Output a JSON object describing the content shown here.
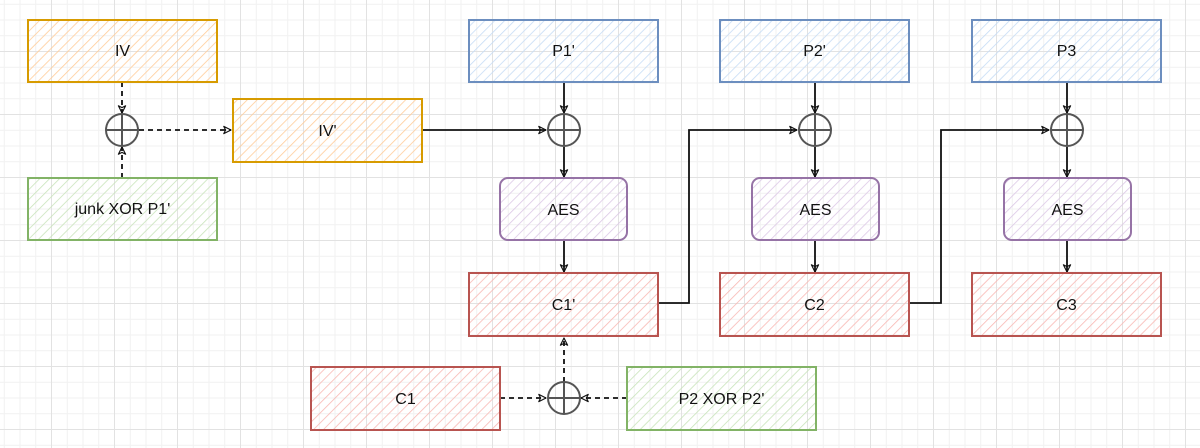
{
  "diagram": {
    "type": "flowchart",
    "description": "CBC-mode chaining with IV and ciphertext manipulation",
    "colors": {
      "iv": {
        "stroke": "#d79b00",
        "fill": "#ffcc99"
      },
      "plaintext": {
        "stroke": "#6c8ebf",
        "fill": "#c6dcf5"
      },
      "cipher": {
        "stroke": "#b85450",
        "fill": "#f8b8b4"
      },
      "aes": {
        "stroke": "#9673a6",
        "fill": "#dcc8e6"
      },
      "derived": {
        "stroke": "#82b366",
        "fill": "#c9e4bb"
      },
      "xor": {
        "stroke": "#555555"
      },
      "edge": "#111111"
    },
    "nodes": [
      {
        "id": "iv",
        "label": "IV",
        "kind": "iv"
      },
      {
        "id": "iv_prime",
        "label": "IV'",
        "kind": "iv"
      },
      {
        "id": "junk_xor_p1",
        "label": "junk XOR P1'",
        "kind": "derived"
      },
      {
        "id": "p1_prime",
        "label": "P1'",
        "kind": "plaintext"
      },
      {
        "id": "p2_prime",
        "label": "P2'",
        "kind": "plaintext"
      },
      {
        "id": "p3",
        "label": "P3",
        "kind": "plaintext"
      },
      {
        "id": "aes1",
        "label": "AES",
        "kind": "aes"
      },
      {
        "id": "aes2",
        "label": "AES",
        "kind": "aes"
      },
      {
        "id": "aes3",
        "label": "AES",
        "kind": "aes"
      },
      {
        "id": "c1_prime",
        "label": "C1'",
        "kind": "cipher"
      },
      {
        "id": "c2",
        "label": "C2",
        "kind": "cipher"
      },
      {
        "id": "c3",
        "label": "C3",
        "kind": "cipher"
      },
      {
        "id": "c1",
        "label": "C1",
        "kind": "cipher"
      },
      {
        "id": "p2_xor_p2",
        "label": "P2 XOR P2'",
        "kind": "derived"
      }
    ],
    "xor_nodes": [
      "xor_iv",
      "xor_1",
      "xor_2",
      "xor_3",
      "xor_c1"
    ],
    "edges": [
      {
        "from": "iv",
        "to": "xor_iv",
        "style": "dashed"
      },
      {
        "from": "junk_xor_p1",
        "to": "xor_iv",
        "style": "dashed"
      },
      {
        "from": "xor_iv",
        "to": "iv_prime",
        "style": "dashed"
      },
      {
        "from": "iv_prime",
        "to": "xor_1",
        "style": "solid"
      },
      {
        "from": "p1_prime",
        "to": "xor_1",
        "style": "solid"
      },
      {
        "from": "xor_1",
        "to": "aes1",
        "style": "solid"
      },
      {
        "from": "aes1",
        "to": "c1_prime",
        "style": "solid"
      },
      {
        "from": "c1_prime",
        "to": "xor_2",
        "style": "solid"
      },
      {
        "from": "p2_prime",
        "to": "xor_2",
        "style": "solid"
      },
      {
        "from": "xor_2",
        "to": "aes2",
        "style": "solid"
      },
      {
        "from": "aes2",
        "to": "c2",
        "style": "solid"
      },
      {
        "from": "c2",
        "to": "xor_3",
        "style": "solid"
      },
      {
        "from": "p3",
        "to": "xor_3",
        "style": "solid"
      },
      {
        "from": "xor_3",
        "to": "aes3",
        "style": "solid"
      },
      {
        "from": "aes3",
        "to": "c3",
        "style": "solid"
      },
      {
        "from": "c1",
        "to": "xor_c1",
        "style": "dashed"
      },
      {
        "from": "p2_xor_p2",
        "to": "xor_c1",
        "style": "dashed"
      },
      {
        "from": "xor_c1",
        "to": "c1_prime",
        "style": "dashed"
      }
    ]
  }
}
